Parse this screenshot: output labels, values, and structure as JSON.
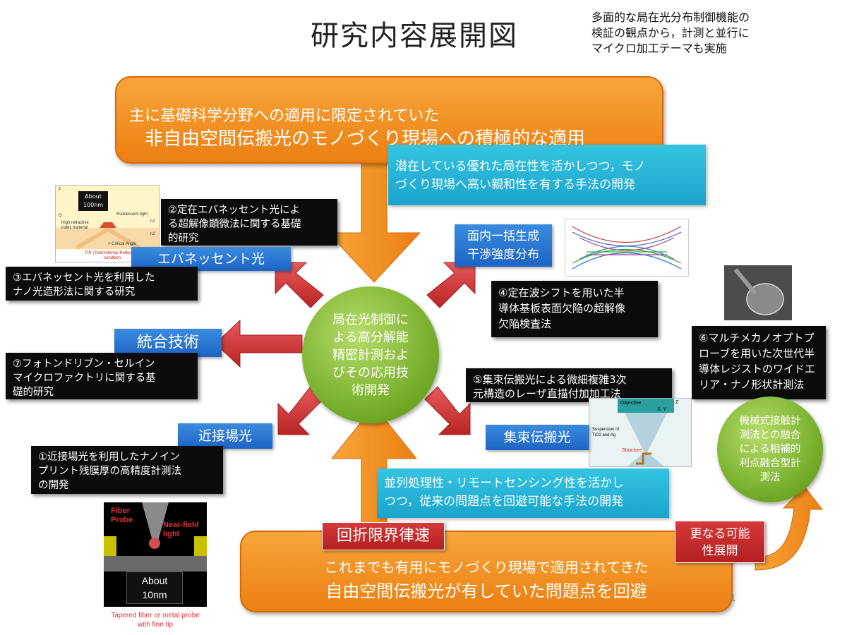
{
  "title": "研究内容展開図",
  "note": [
    "多面的な局在光分布制御機能の",
    "検証の観点から，計測と並行に",
    "マイクロ加工テーマも実施"
  ],
  "top_banner": [
    "主に基礎科学分野への適用に限定されていた",
    "非自由空間伝搬光のモノづくり現場への積極的な適用"
  ],
  "top_cyan": [
    "潜在している優れた局在性を活かしつつ，モノ",
    "づくり現場へ高い親和性を有する手法の開発"
  ],
  "center": [
    "局在光制御に",
    "よる高分解能",
    "精密計測およ",
    "びその応用技",
    "術開発"
  ],
  "labels": {
    "evanescent": "エバネッセント光",
    "integration": "統合技術",
    "near_field": "近接場光",
    "in_plane": [
      "面内一括生成",
      "干渉強度分布"
    ],
    "focused": "集束伝搬光"
  },
  "black_boxes": {
    "b2": [
      "②定在エバネッセント光によ",
      "る超解像顕微法に関する基礎",
      "的研究"
    ],
    "b3": [
      "③エバネッセント光を利用した",
      "ナノ光造形法に関する研究"
    ],
    "b7": [
      "⑦フォトンドリブン・セルイン",
      "マイクロファクトリに関する基",
      "礎的研究"
    ],
    "b1": [
      "①近接場光を利用したナノイン",
      "プリント残膜厚の高精度計測法",
      "の開発"
    ],
    "b4": [
      "④定在波シフトを用いた半",
      "導体基板表面欠陥の超解像",
      "欠陥検査法"
    ],
    "b5": [
      "⑤集束伝搬光による微細複雑3次",
      "元構造のレーザ直描付加加工法"
    ],
    "b6": [
      "⑥マルチメカノオプトプ",
      "ローブを用いた次世代半",
      "導体レジストのワイドエ",
      "リア・ナノ形状計測法"
    ]
  },
  "bottom_cyan": [
    "並列処理性・リモートセンシング性を活かし",
    "つつ，従来の問題点を回避可能な手法の開発"
  ],
  "red_label": "回折限界律速",
  "bottom_banner": [
    "これまでも有用にモノづくり現場で適用されてきた",
    "自由空間伝搬光が有していた問題点を回避"
  ],
  "future_label": [
    "更なる可能",
    "性展開"
  ],
  "green_right": [
    "機械式接触計",
    "測法との融合",
    "による相補的",
    "利点融合型計",
    "測法"
  ],
  "page_number": "1",
  "img_tir": {
    "about": [
      "About",
      "100nm"
    ],
    "evanescent": "Evanescent light",
    "high_index": [
      "High refractive",
      "index material"
    ],
    "critical": "> Critical Angle",
    "tir": [
      "TIR (Total Internal Reflection)",
      "condition"
    ],
    "n1": "n1",
    "n2": "n2",
    "z": "z",
    "o": "O"
  },
  "img_fiber": {
    "fiber": [
      "Fiber",
      "Probe"
    ],
    "near_field": [
      "Near-field",
      "light"
    ],
    "about": [
      "About",
      "10nm"
    ],
    "caption": [
      "Tapered fiber or metal probe",
      "with fine tip"
    ]
  },
  "img_laser": {
    "objective": "Objective",
    "axes": "X, Y",
    "z": "Z",
    "suspension": [
      "Suspension of",
      "TiO2 and Ag"
    ],
    "structure": "Structure"
  },
  "colors": {
    "orange": "#ef8a1e",
    "cyan": "#26b5d8",
    "blue": "#2a74d2",
    "red_arrow": "#d93a3a",
    "green": "#7db832"
  }
}
